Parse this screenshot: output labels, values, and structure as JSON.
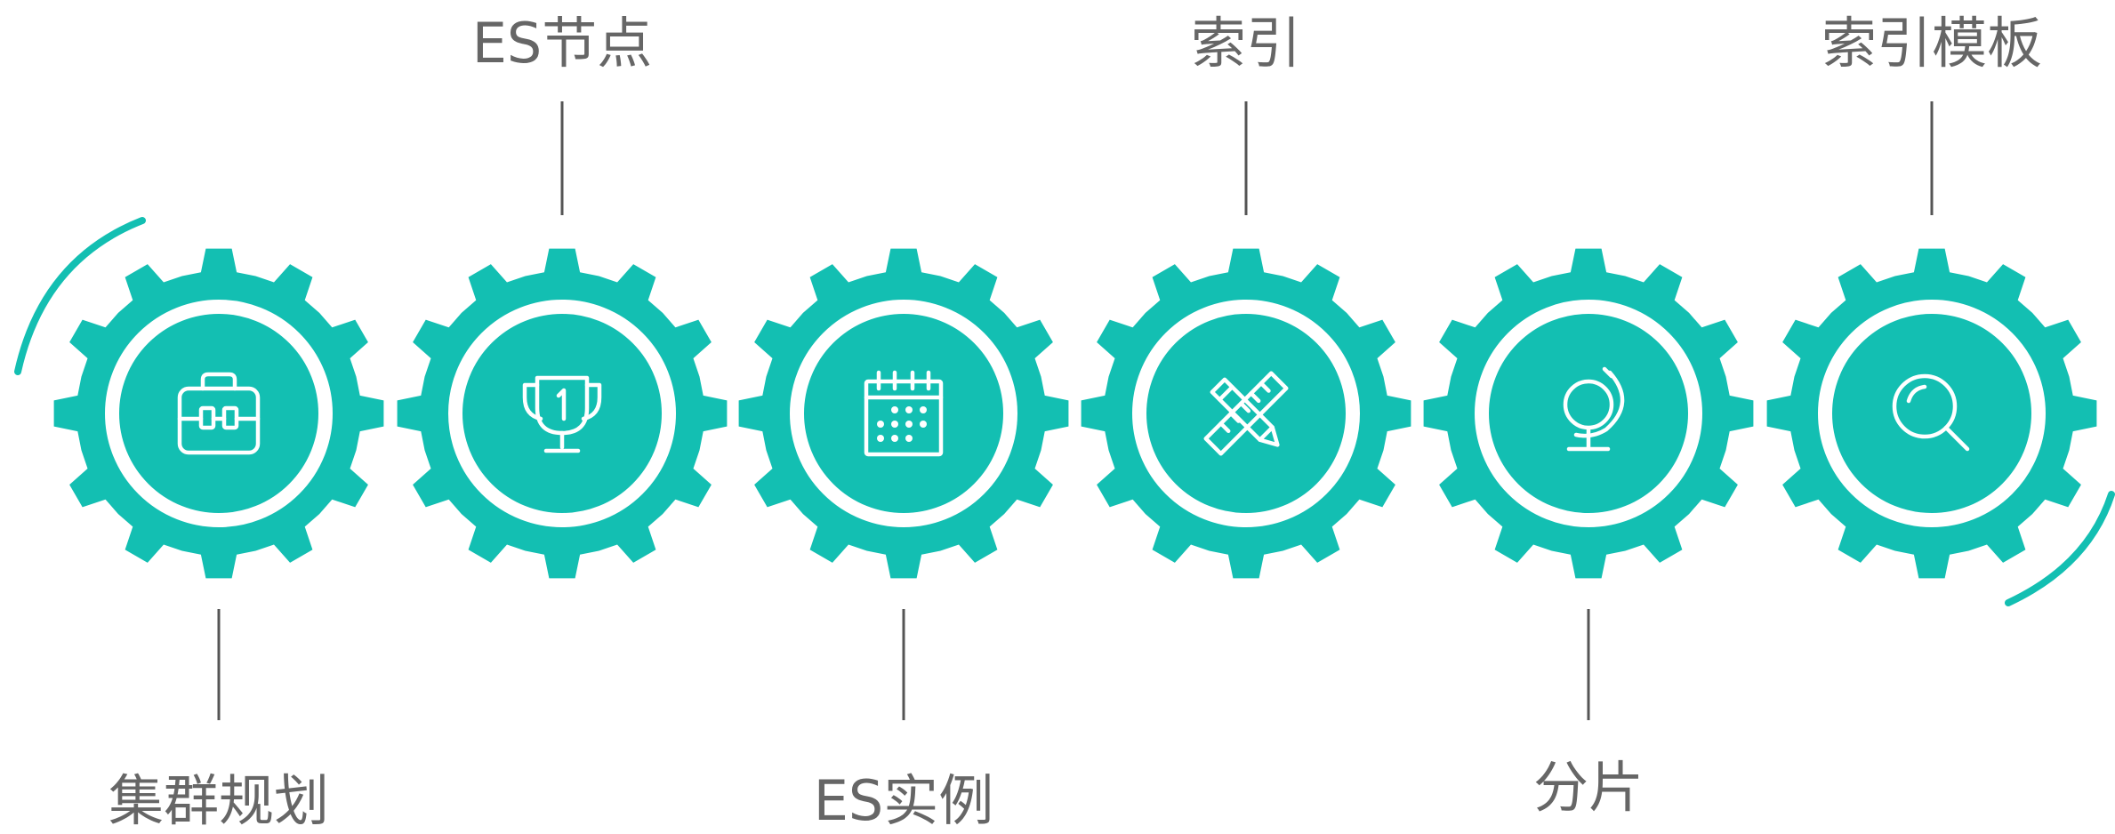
{
  "colors": {
    "gear": "#13BFB2",
    "ring": "#FFFFFF",
    "icon": "#FFFFFF",
    "connector": "#555555",
    "label": "#666666",
    "arrow": "#13BFB2",
    "background": "#FFFFFF"
  },
  "steps": [
    {
      "label": "集群规划",
      "icon": "toolbox-icon"
    },
    {
      "label": "ES节点",
      "icon": "trophy-icon"
    },
    {
      "label": "ES实例",
      "icon": "calendar-icon"
    },
    {
      "label": "索引",
      "icon": "pencil-ruler-icon"
    },
    {
      "label": "分片",
      "icon": "globe-icon"
    },
    {
      "label": "索引模板",
      "icon": "magnifier-icon"
    }
  ]
}
